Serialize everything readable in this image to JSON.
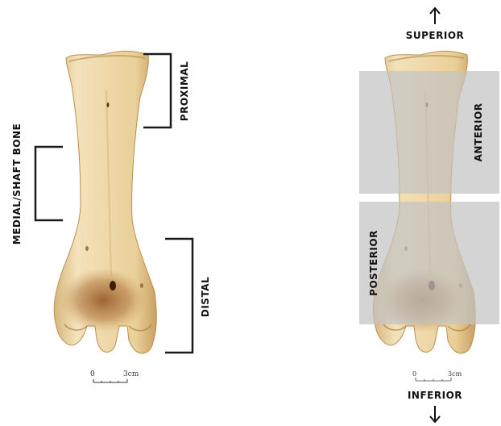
{
  "labels": {
    "proximal": "PROXIMAL",
    "medial_shaft": "MEDIAL/SHAFT BONE",
    "distal": "DISTAL",
    "superior": "SUPERIOR",
    "inferior": "INFERIOR",
    "anterior": "ANTERIOR",
    "posterior": "POSTERIOR"
  },
  "scale_bar": {
    "start": "0",
    "end": "3cm"
  },
  "colors": {
    "bone_light": "#f1deb4",
    "bone_mid": "#e4c48c",
    "bone_dark": "#c99a56",
    "stain": "#9a5a22",
    "bracket": "#1a1a1a",
    "region_overlay": "#c4c4c4"
  },
  "icons": {
    "up": "arrow-up-icon",
    "down": "arrow-down-icon"
  }
}
